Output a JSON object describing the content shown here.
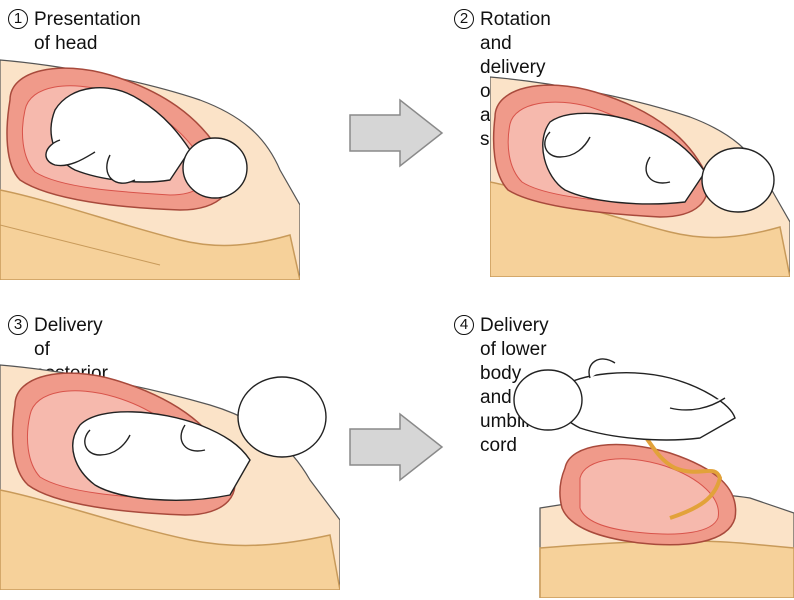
{
  "steps": [
    {
      "number": "1",
      "line1": "Presentation of head",
      "line2": ""
    },
    {
      "number": "2",
      "line1": "Rotation and delivery",
      "line2": "of anterior shoulder"
    },
    {
      "number": "3",
      "line1": "Delivery of posterior shoulder",
      "line2": ""
    },
    {
      "number": "4",
      "line1": "Delivery of lower body",
      "line2": "and umbilical cord"
    }
  ],
  "colors": {
    "skin_outer": "#f7d3a6",
    "bone": "#f6d19a",
    "bone_stroke": "#c89a5a",
    "uterus_outer": "#f09a8a",
    "uterus_inner": "#d8534a",
    "cavity": "#f6b9ad",
    "arrow_fill": "#d6d6d6",
    "arrow_stroke": "#8a8a8a",
    "cord": "#e2a23a"
  }
}
